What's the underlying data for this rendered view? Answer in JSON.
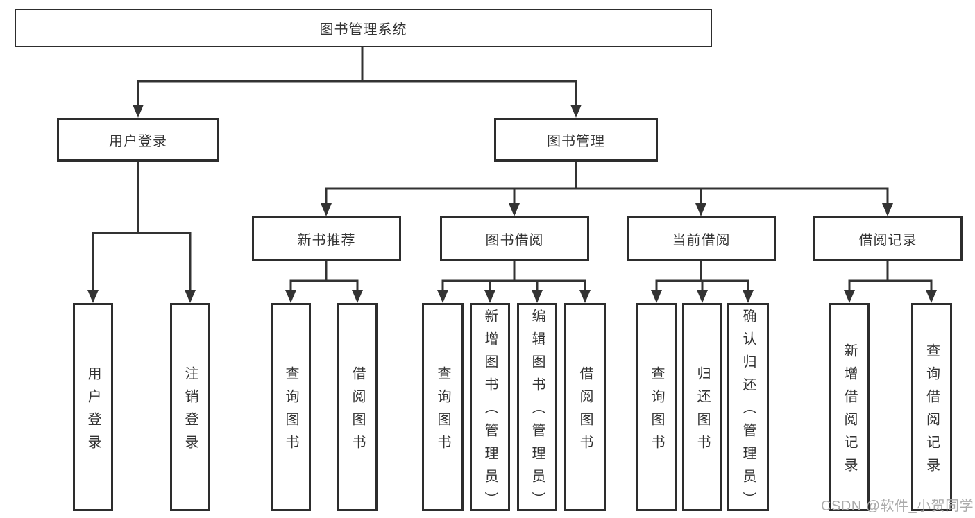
{
  "diagram": {
    "root": {
      "label": "图书管理系统"
    },
    "branches": {
      "user": {
        "label": "用户登录",
        "children": [
          {
            "label": "用户登录"
          },
          {
            "label": "注销登录"
          }
        ]
      },
      "books": {
        "label": "图书管理",
        "groups": [
          {
            "label": "新书推荐",
            "children": [
              {
                "label": "查询图书"
              },
              {
                "label": "借阅图书"
              }
            ]
          },
          {
            "label": "图书借阅",
            "children": [
              {
                "label": "查询图书"
              },
              {
                "label": "新增图书（管理员）"
              },
              {
                "label": "编辑图书（管理员）"
              },
              {
                "label": "借阅图书"
              }
            ]
          },
          {
            "label": "当前借阅",
            "children": [
              {
                "label": "查询图书"
              },
              {
                "label": "归还图书"
              },
              {
                "label": "确认归还（管理员）"
              }
            ]
          },
          {
            "label": "借阅记录",
            "children": [
              {
                "label": "新增借阅记录"
              },
              {
                "label": "查询借阅记录"
              }
            ]
          }
        ]
      }
    },
    "watermark": "CSDN @软件_小贺同学",
    "colors": {
      "line": "#333333",
      "border": "#2d2d2d",
      "text": "#333333",
      "watermark": "#ababab",
      "background": "#ffffff"
    }
  }
}
